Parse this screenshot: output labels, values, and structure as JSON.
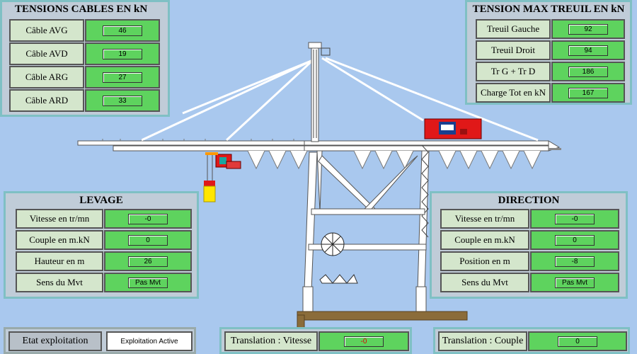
{
  "tensions": {
    "title": "TENSIONS CABLES EN kN",
    "rows": [
      {
        "label": "Câble AVG",
        "value": "46"
      },
      {
        "label": "Câble AVD",
        "value": "19"
      },
      {
        "label": "Câble ARG",
        "value": "27"
      },
      {
        "label": "Câble ARD",
        "value": "33"
      }
    ]
  },
  "treuil": {
    "title": "TENSION MAX TREUIL EN kN",
    "rows": [
      {
        "label": "Treuil Gauche",
        "value": "92"
      },
      {
        "label": "Treuil Droit",
        "value": "94"
      },
      {
        "label": "Tr G + Tr D",
        "value": "186"
      },
      {
        "label": "Charge Tot en kN",
        "value": "167"
      }
    ]
  },
  "levage": {
    "title": "LEVAGE",
    "rows": [
      {
        "label": "Vitesse en tr/mn",
        "value": "-0"
      },
      {
        "label": "Couple en m.kN",
        "value": "0"
      },
      {
        "label": "Hauteur en m",
        "value": "26"
      },
      {
        "label": "Sens du Mvt",
        "value": "Pas Mvt"
      }
    ]
  },
  "direction": {
    "title": "DIRECTION",
    "rows": [
      {
        "label": "Vitesse en tr/mn",
        "value": "-0"
      },
      {
        "label": "Couple en m.kN",
        "value": "0"
      },
      {
        "label": "Position en m",
        "value": "-8"
      },
      {
        "label": "Sens du Mvt",
        "value": "Pas Mvt"
      }
    ]
  },
  "bottom": {
    "etat_label": "Etat exploitation",
    "etat_value": "Exploitation Active",
    "trans_vitesse_label": "Translation : Vitesse",
    "trans_vitesse_value": "-0",
    "trans_couple_label": "Translation : Couple",
    "trans_couple_value": "0"
  },
  "colors": {
    "background": "#a9c8ee",
    "value_green": "#5ed35e",
    "label_green": "#d4e6cc",
    "panel_border": "#7fc0c4",
    "crane_white": "#ffffff",
    "trolley_red": "#e01818"
  }
}
